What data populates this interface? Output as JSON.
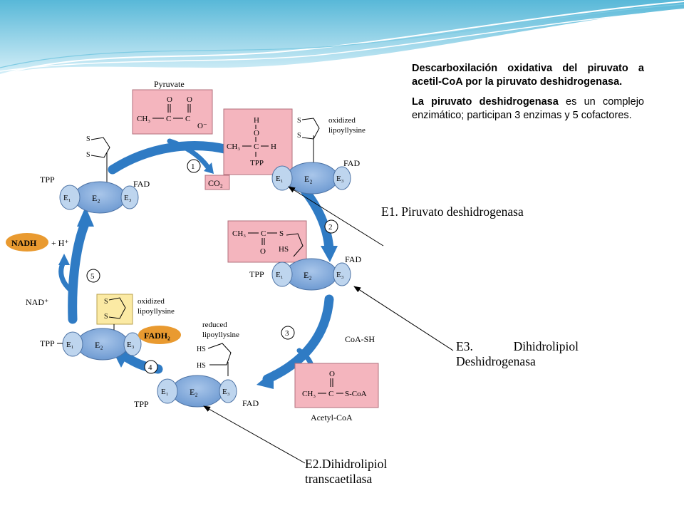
{
  "description": {
    "line1": "Descarboxilación oxidativa del piruvato a acetil-CoA por la piruvato deshidrogenasa.",
    "line2_bold": "La piruvato deshidrogenasa",
    "line2_rest": " es un complejo enzimático; participan 3 enzimas y 5 cofactores."
  },
  "callouts": {
    "e1": "E1. Piruvato deshidrogenasa",
    "e3_a": "E3.",
    "e3_b": "Dihidrolipiol",
    "e3_c": "Deshidrogenasa",
    "e2_a": "E2.Dihidrolipiol",
    "e2_b": "transcaetilasa"
  },
  "diagram": {
    "pyruvate": "Pyruvate",
    "o": "O",
    "ch3": "CH₃",
    "c": "C",
    "o_minus": "O⁻",
    "co2": "CO₂",
    "h": "H",
    "tpp": "TPP",
    "fad": "FAD",
    "e1": "E₁",
    "e2": "E₂",
    "e3": "E₃",
    "oxidized_1": "oxidized",
    "lipoyllysine": "lipoyllysine",
    "hs": "HS",
    "s": "S",
    "coash": "CoA-SH",
    "acetylcoa": "Acetyl-CoA",
    "s_coa": "S-CoA",
    "reduced": "reduced",
    "nadh": "NADH",
    "hplus": "+ H⁺",
    "nadplus": "NAD⁺",
    "fadh2": "FADH₂",
    "steps": [
      "1",
      "2",
      "3",
      "4",
      "5"
    ]
  },
  "colors": {
    "pink": "#f4b5be",
    "yellow": "#fbeaa4",
    "enzyme_blue": "#84acdc",
    "enzyme_light": "#bed5ee",
    "arrow_blue": "#2f7bc4",
    "orange": "#e99a30"
  }
}
